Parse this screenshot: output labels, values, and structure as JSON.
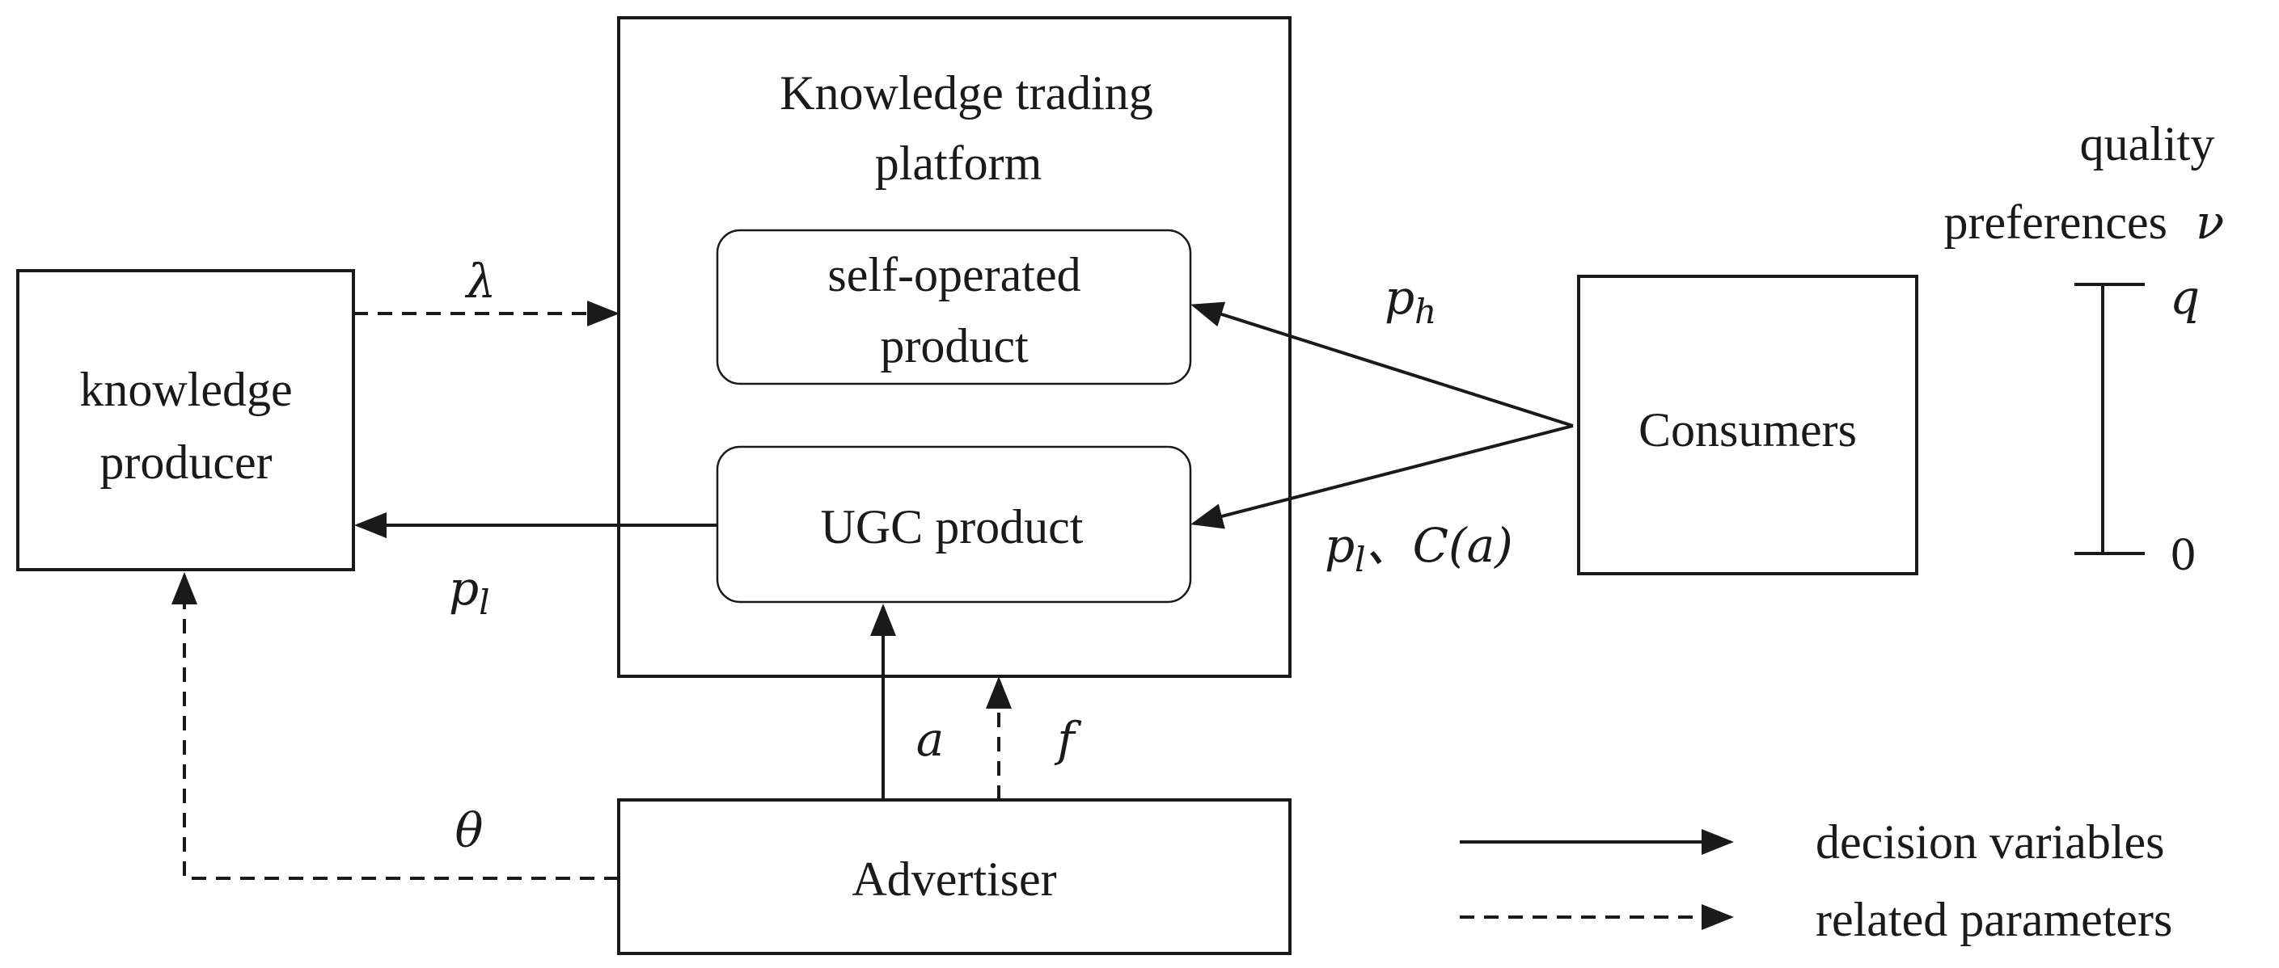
{
  "nodes": {
    "platform": {
      "line1": "Knowledge  trading",
      "line2": "platform"
    },
    "self_operated": {
      "line1": "self-operated",
      "line2": "product"
    },
    "ugc": {
      "label": "UGC  product"
    },
    "producer": {
      "line1": "knowledge",
      "line2": "producer"
    },
    "consumers": {
      "label": "Consumers"
    },
    "advertiser": {
      "label": "Advertiser"
    }
  },
  "edge_labels": {
    "lambda": "λ",
    "p_h_base": "p",
    "p_h_sub": "h",
    "p_l_base": "p",
    "p_l_sub": "l",
    "p_l_c_base": "p",
    "p_l_c_sub": "l",
    "p_l_c_rest": "、C(a)",
    "a": "a",
    "f": "f",
    "theta": "θ"
  },
  "quality_scale": {
    "title_line1": "quality",
    "title_line2": "preferences",
    "variable": "ν",
    "top_label": "q",
    "bottom_label": "0"
  },
  "legend": {
    "solid_label": "decision variables",
    "dashed_label": "related parameters"
  }
}
